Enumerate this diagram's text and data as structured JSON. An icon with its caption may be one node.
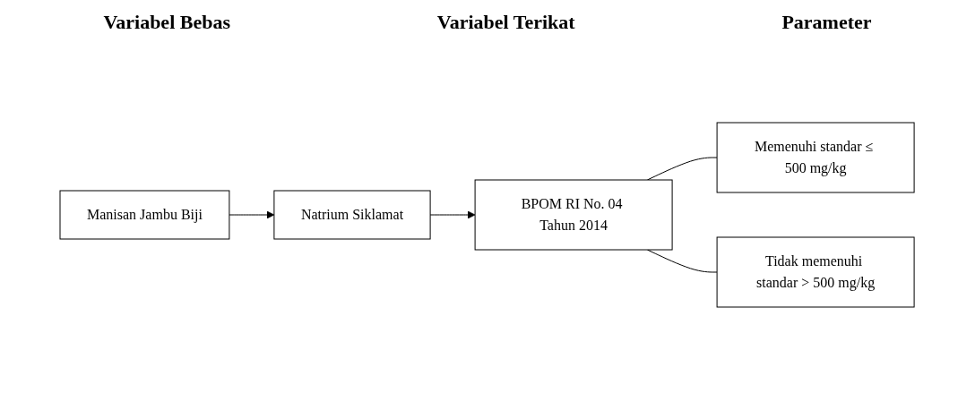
{
  "diagram": {
    "nodes": [
      {
        "text": [
          "Manisan Jambu Biji"
        ]
      },
      {
        "text": [
          "Natrium Siklamat"
        ]
      },
      {
        "text": [
          "BPOM RI No. 04 Tahun 2014"
        ]
      },
      {
        "text": [
          "Memenuhi standar ≤ 500 mg/kg"
        ]
      },
      {
        "text": [
          "Tidak memenuhi standar > 500 mg/kg"
        ]
      }
    ],
    "edges": [
      {
        "from": 0,
        "to": 1,
        "arrow": "to"
      },
      {
        "from": 1,
        "to": 2,
        "arrow": "to"
      },
      {
        "from": 2,
        "to": 3,
        "arrow": "none"
      },
      {
        "from": 2,
        "to": 4,
        "arrow": "none"
      }
    ],
    "labels": [
      "Variabel Bebas",
      "Variabel Terikat",
      "Parameter"
    ]
  }
}
